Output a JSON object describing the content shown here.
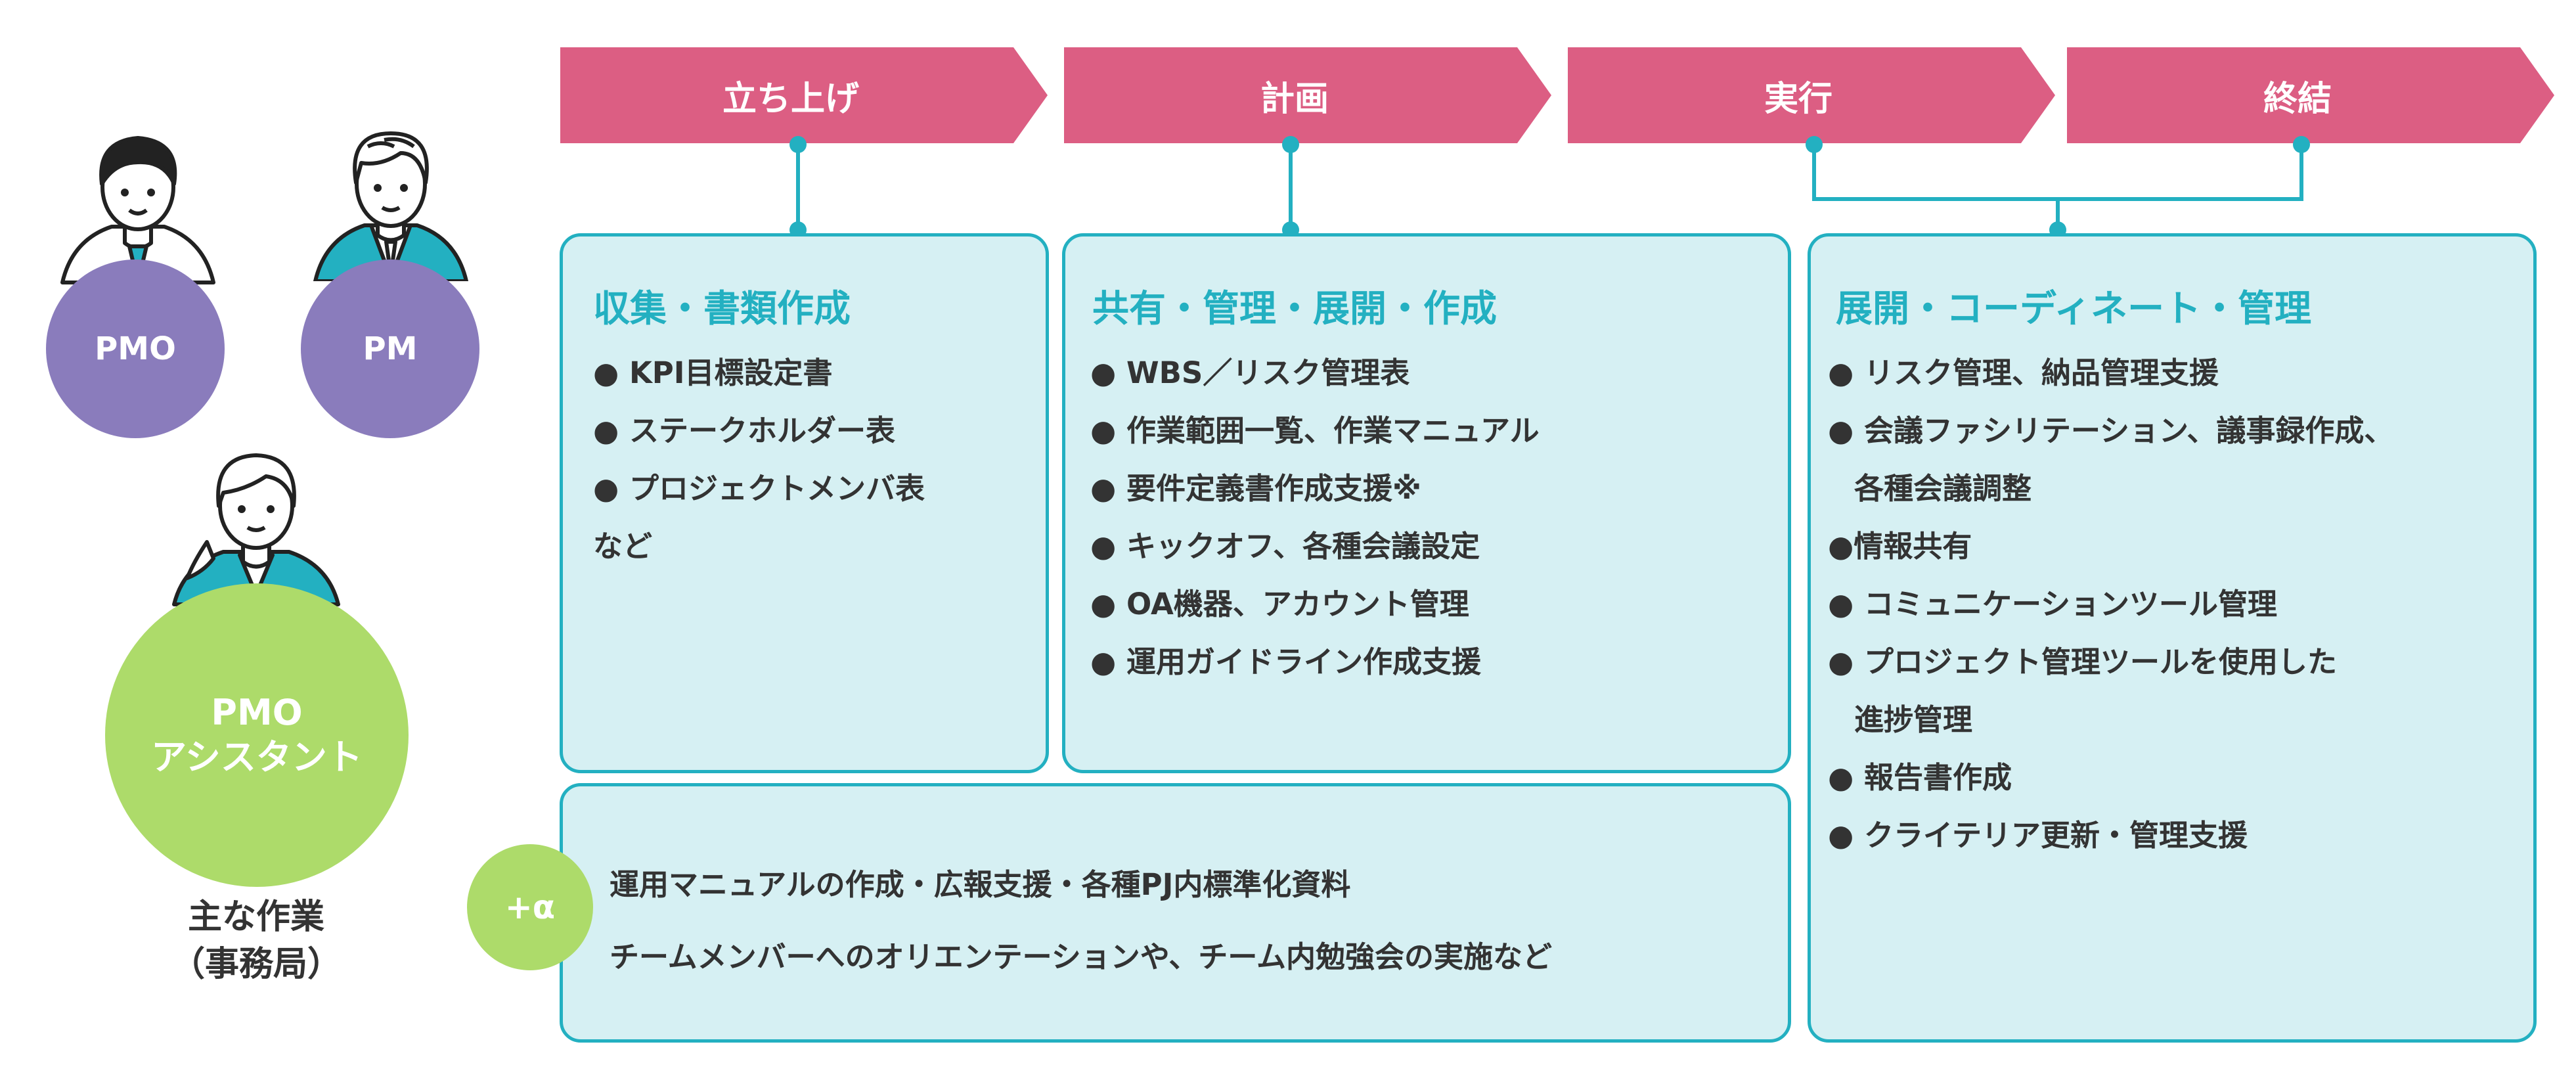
{
  "colors": {
    "phase_pink": "#dc5e83",
    "teal": "#23b0c1",
    "box_fill": "#d6f0f3",
    "purple": "#8a7cbc",
    "green": "#addb6a"
  },
  "phases": [
    "立ち上げ",
    "計画",
    "実行",
    "終結"
  ],
  "roles": {
    "pmo": "PMO",
    "pm": "PM",
    "assistant_line1": "PMO",
    "assistant_line2": "アシスタント",
    "caption_line1": "主な作業",
    "caption_line2": "（事務局）"
  },
  "box1": {
    "title": "収集・書類作成",
    "items": [
      "KPI目標設定書",
      "ステークホルダー表",
      "プロジェクトメンバ表"
    ],
    "footer": "など"
  },
  "box2": {
    "title": "共有・管理・展開・作成",
    "items": [
      "WBS／リスク管理表",
      "作業範囲一覧、作業マニュアル",
      "要件定義書作成支援※",
      "キックオフ、各種会議設定",
      "OA機器、アカウント管理",
      "運用ガイドライン作成支援"
    ]
  },
  "box3": {
    "title": "展開・コーディネート・管理",
    "items": [
      "リスク管理、納品管理支援",
      "会議ファシリテーション、議事録作成、",
      "各種会議調整",
      "情報共有",
      "コミュニケーションツール管理",
      "プロジェクト管理ツールを使用した",
      "進捗管理",
      "報告書作成",
      "クライテリア更新・管理支援"
    ]
  },
  "extra": {
    "badge": "+α",
    "line1": "運用マニュアルの作成・広報支援・各種PJ内標準化資料",
    "line2": "チームメンバーへのオリエンテーションや、チーム内勉強会の実施など"
  },
  "icons": [
    "person-male-icon",
    "person-suit-icon",
    "person-female-icon"
  ]
}
